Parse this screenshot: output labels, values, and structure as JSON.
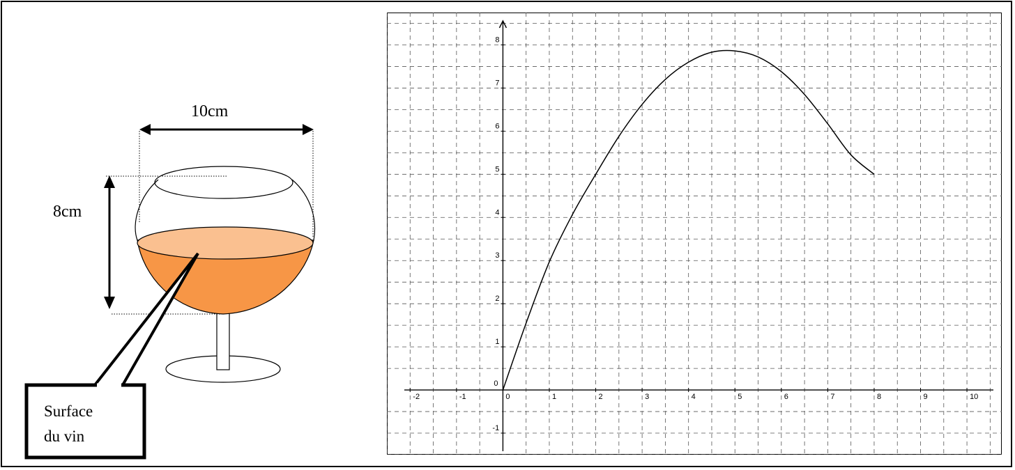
{
  "glass_figure": {
    "width_label": "10cm",
    "height_label": "8cm",
    "callout_line1": "Surface",
    "callout_line2": "du vin",
    "colors": {
      "wine": "#f79646",
      "wine_surface": "#fac090"
    }
  },
  "chart_data": {
    "type": "line",
    "title": "",
    "xlabel": "",
    "ylabel": "",
    "xlim": [
      -2.5,
      10.75
    ],
    "ylim": [
      -1.5,
      8.75
    ],
    "grid": true,
    "x_ticks": [
      -2,
      -1,
      0,
      1,
      2,
      3,
      4,
      5,
      6,
      7,
      8,
      9,
      10
    ],
    "x_tick_labels": [
      "-2",
      "-1",
      "0",
      "1",
      "2",
      "3",
      "4",
      "5",
      "6",
      "7",
      "8",
      "9",
      "10"
    ],
    "y_ticks": [
      -1,
      0,
      1,
      2,
      3,
      4,
      5,
      6,
      7,
      8
    ],
    "y_tick_labels": [
      "-1",
      "0",
      "1",
      "2",
      "3",
      "4",
      "5",
      "6",
      "7",
      "8"
    ],
    "series": [
      {
        "x": [
          0,
          0.5,
          1,
          1.5,
          2,
          2.5,
          3,
          3.5,
          4,
          4.5,
          5,
          5.5,
          6,
          6.5,
          7,
          7.5,
          8
        ],
        "y": [
          0,
          1.55,
          2.97,
          4.07,
          5.0,
          5.88,
          6.62,
          7.2,
          7.6,
          7.83,
          7.86,
          7.72,
          7.38,
          6.85,
          6.17,
          5.45,
          5.0
        ],
        "color": "#000000"
      }
    ]
  }
}
